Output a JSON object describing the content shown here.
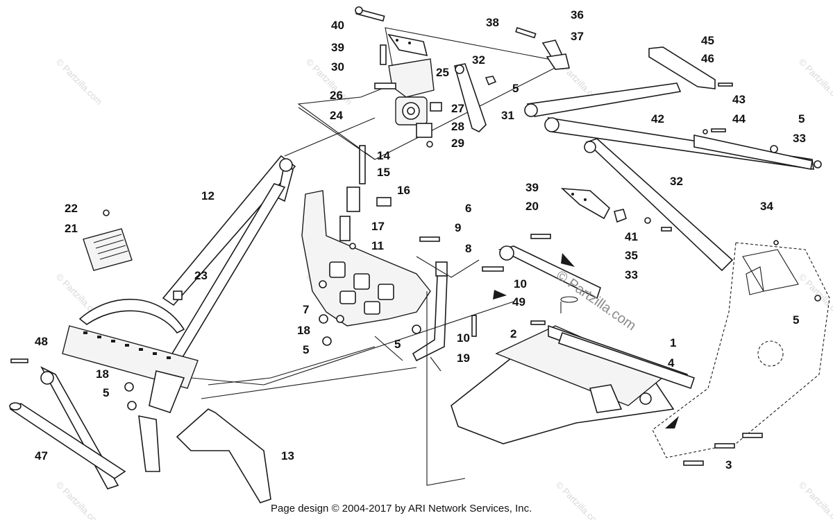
{
  "footer": {
    "text": "Page design © 2004-2017 by ARI Network Services, Inc."
  },
  "watermark": {
    "text": "© Partzilla.com",
    "center_text": "© Partzilla.com"
  },
  "callouts": [
    "40",
    "39",
    "30",
    "38",
    "36",
    "37",
    "32",
    "25",
    "26",
    "24",
    "5",
    "27",
    "31",
    "28",
    "29",
    "45",
    "46",
    "42",
    "43",
    "44",
    "5",
    "33",
    "12",
    "14",
    "15",
    "16",
    "17",
    "11",
    "9",
    "22",
    "21",
    "23",
    "39",
    "20",
    "41",
    "32",
    "6",
    "8",
    "35",
    "33",
    "10",
    "34",
    "5",
    "7",
    "18",
    "5",
    "49",
    "2",
    "1",
    "10",
    "5",
    "19",
    "48",
    "18",
    "5",
    "47",
    "13",
    "4",
    "3"
  ],
  "colors": {
    "ink": "#1a1a1a",
    "watermark": "#d8d8d8",
    "background": "#ffffff"
  }
}
